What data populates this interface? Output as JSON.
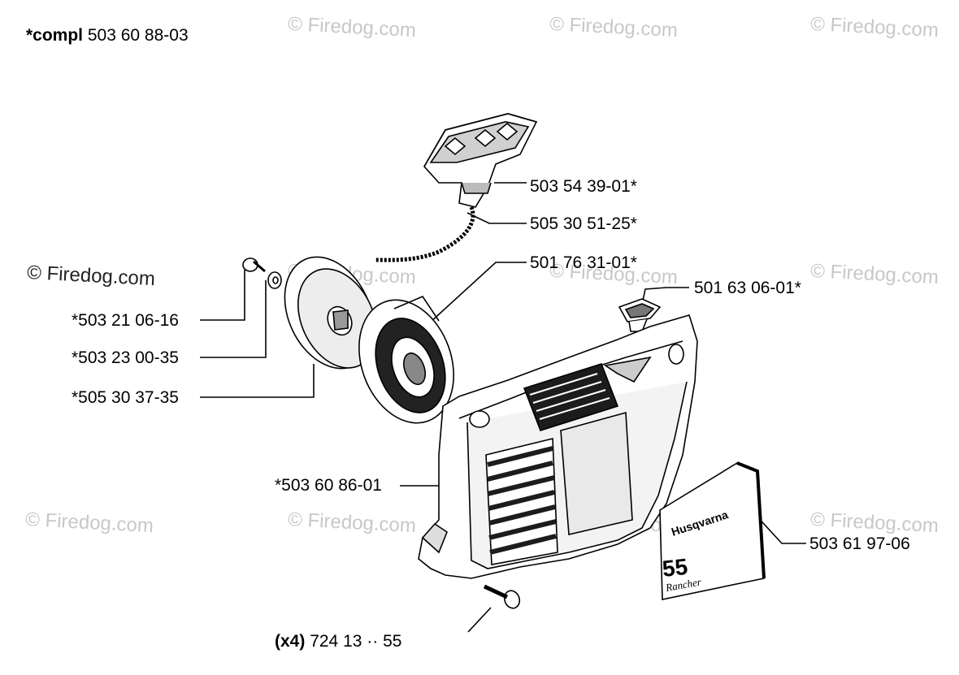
{
  "header": {
    "compl_prefix": "*compl",
    "compl_number": "503 60 88-03"
  },
  "watermark": {
    "text": "© Firedog.com"
  },
  "parts": [
    {
      "id": "handle",
      "number": "503 54 39-01*"
    },
    {
      "id": "cord",
      "number": "505 30 51-25*"
    },
    {
      "id": "spring-cassette",
      "number": "501 76 31-01*"
    },
    {
      "id": "primer-bulb",
      "number": "501 63 06-01*"
    },
    {
      "id": "screw",
      "number": "*503 21 06-16"
    },
    {
      "id": "washer",
      "number": "*503 23 00-35"
    },
    {
      "id": "pulley",
      "number": "*505 30 37-35"
    },
    {
      "id": "starter-cover",
      "number": "*503 60 86-01"
    },
    {
      "id": "decal",
      "number": "503 61 97-06"
    }
  ],
  "footer": {
    "qty": "(x4)",
    "number": "724 13 ·· 55"
  },
  "decal": {
    "brand": "Husqvarna",
    "model": "55",
    "variant": "Rancher"
  },
  "colors": {
    "line": "#000000",
    "fill": "#ffffff",
    "shade": "#bdbdbd",
    "dark": "#1a1a1a",
    "watermark": "#c8c8c8"
  }
}
